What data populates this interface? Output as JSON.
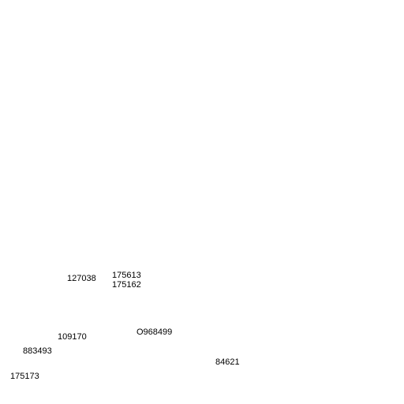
{
  "labels": {
    "l127038": "127038",
    "l175613": "175613",
    "l175162": "175162",
    "l109170": "109170",
    "lO968499": "O968499",
    "l883493": "883493",
    "l84621": "84621",
    "l175173": "175173"
  }
}
